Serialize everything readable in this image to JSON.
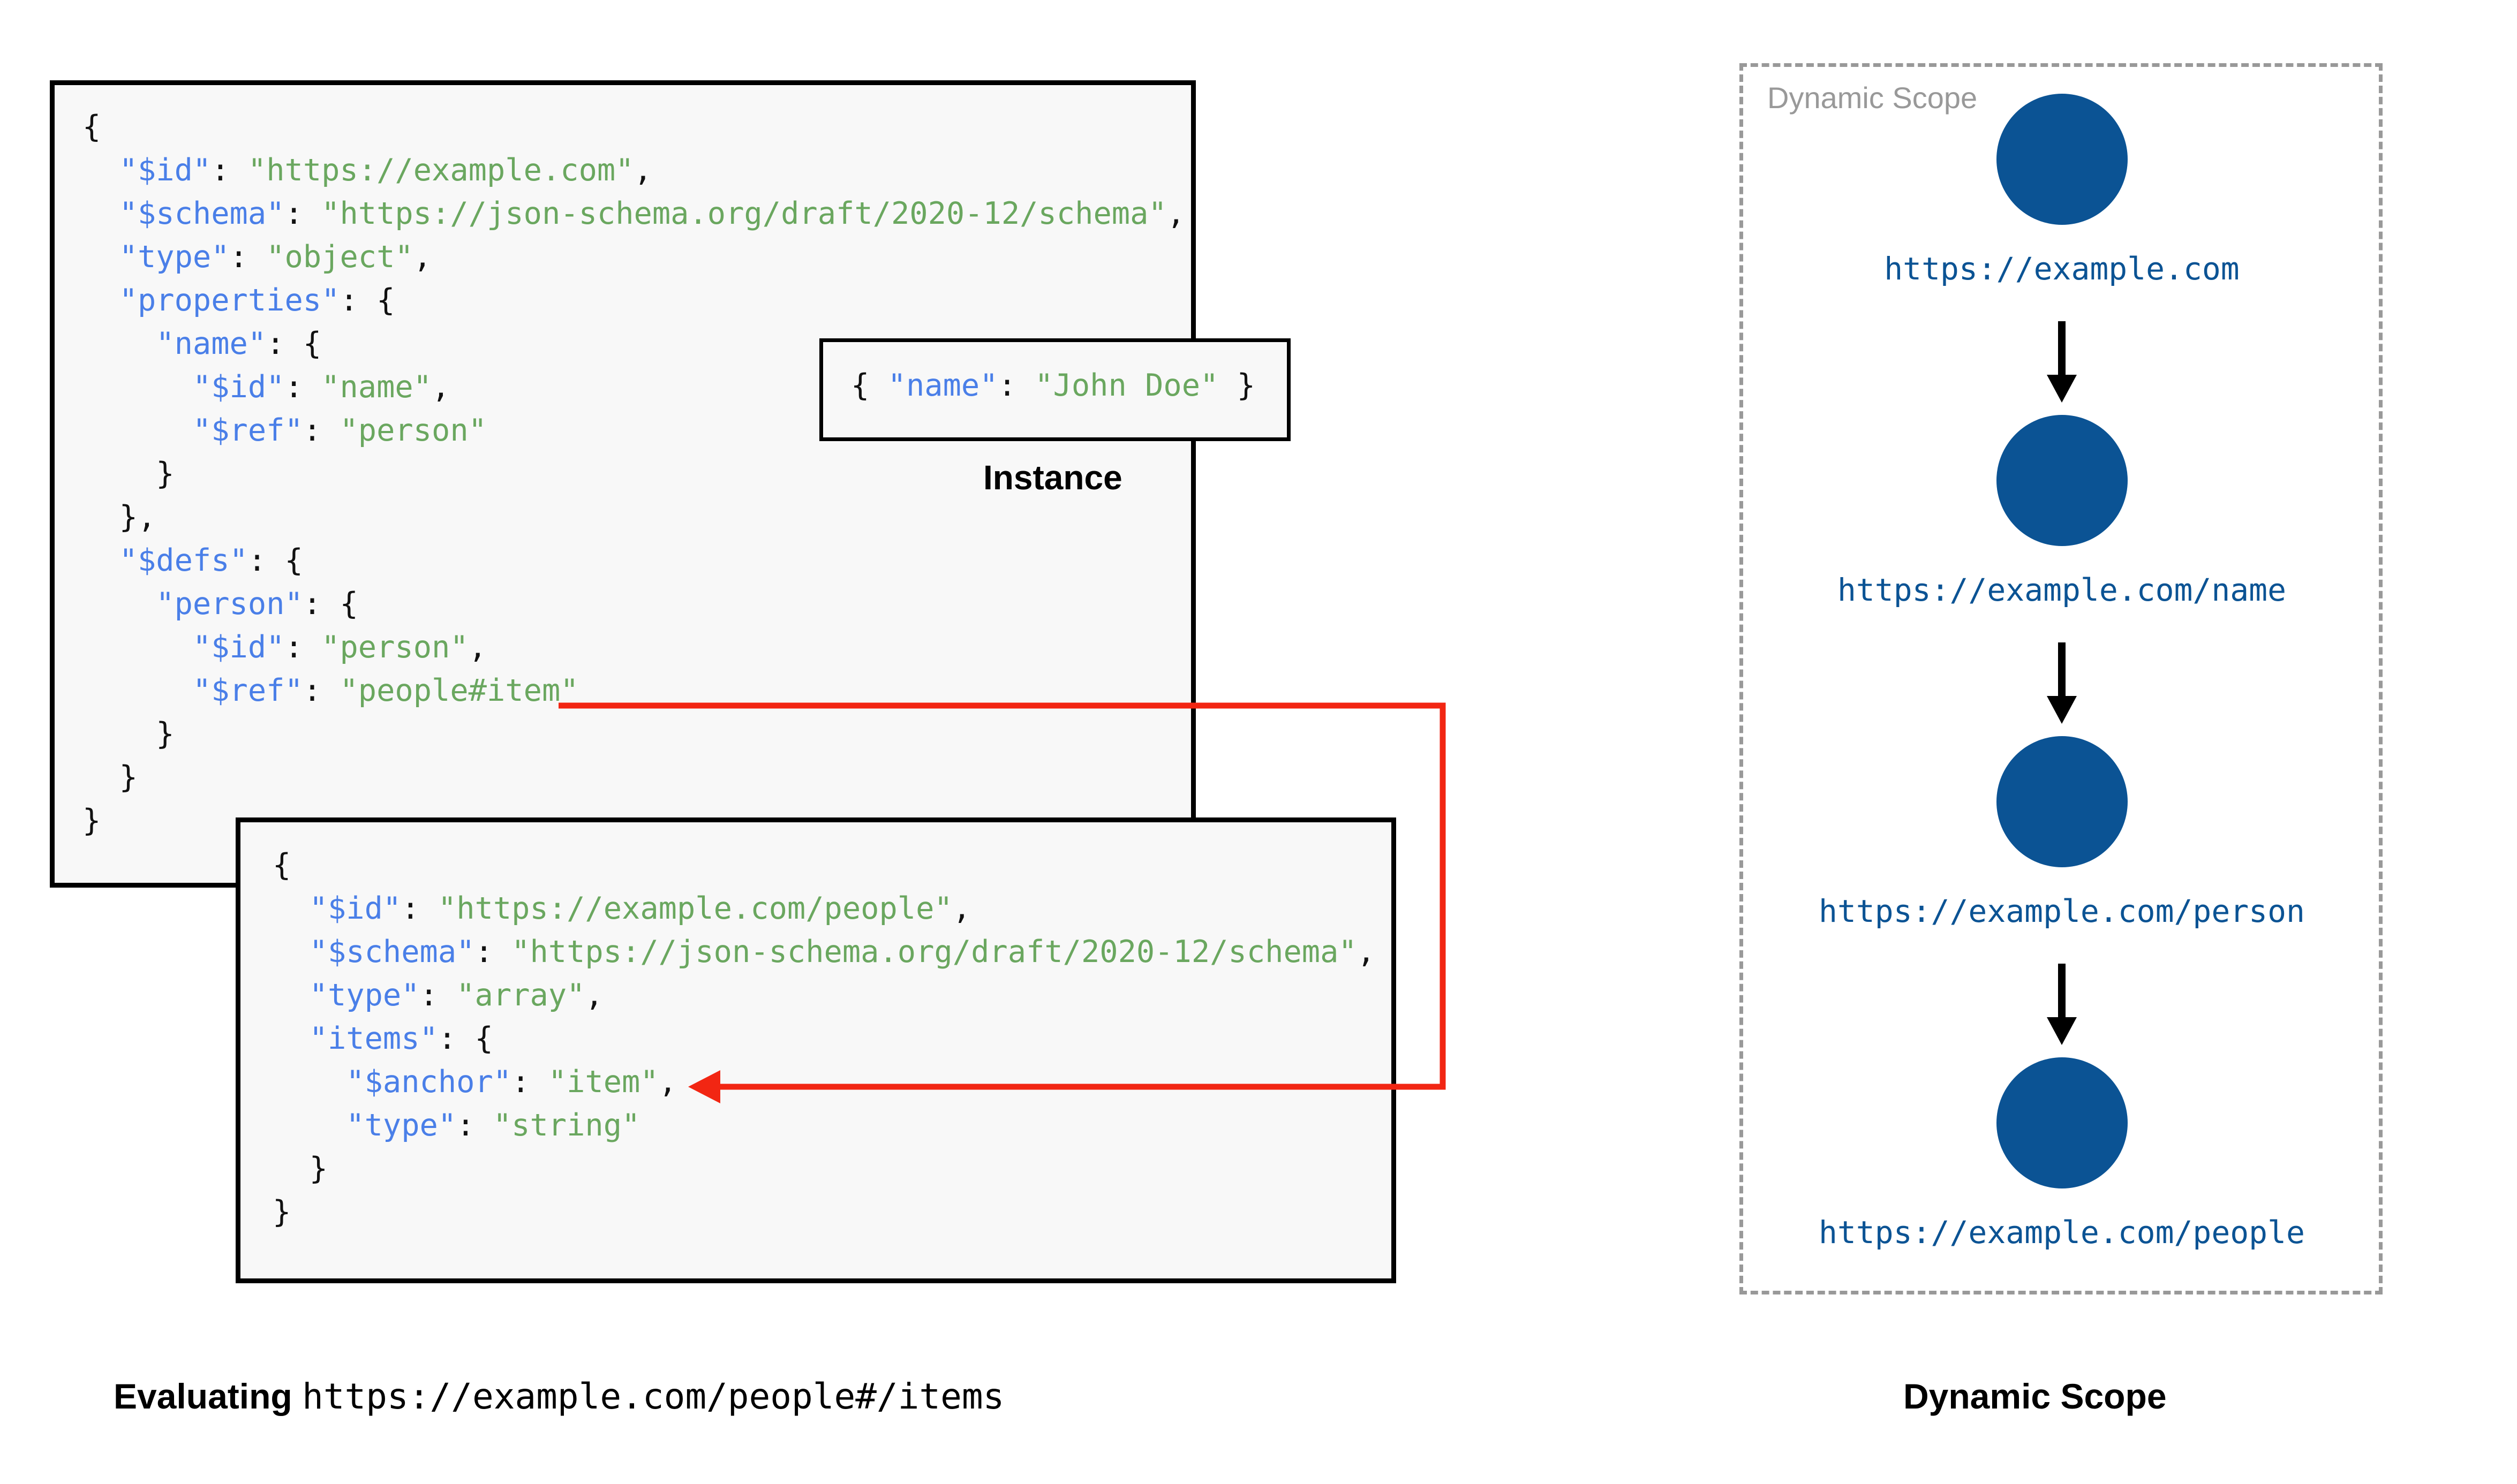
{
  "schema_root": {
    "title": "root-schema",
    "lines": [
      [
        {
          "t": "{",
          "c": "p"
        }
      ],
      [
        {
          "t": "  ",
          "c": "p"
        },
        {
          "t": "\"$id\"",
          "c": "k"
        },
        {
          "t": ": ",
          "c": "p"
        },
        {
          "t": "\"https://example.com\"",
          "c": "s"
        },
        {
          "t": ",",
          "c": "p"
        }
      ],
      [
        {
          "t": "  ",
          "c": "p"
        },
        {
          "t": "\"$schema\"",
          "c": "k"
        },
        {
          "t": ": ",
          "c": "p"
        },
        {
          "t": "\"https://json-schema.org/draft/2020-12/schema\"",
          "c": "s"
        },
        {
          "t": ",",
          "c": "p"
        }
      ],
      [
        {
          "t": "  ",
          "c": "p"
        },
        {
          "t": "\"type\"",
          "c": "k"
        },
        {
          "t": ": ",
          "c": "p"
        },
        {
          "t": "\"object\"",
          "c": "s"
        },
        {
          "t": ",",
          "c": "p"
        }
      ],
      [
        {
          "t": "  ",
          "c": "p"
        },
        {
          "t": "\"properties\"",
          "c": "k"
        },
        {
          "t": ": {",
          "c": "p"
        }
      ],
      [
        {
          "t": "    ",
          "c": "p"
        },
        {
          "t": "\"name\"",
          "c": "k"
        },
        {
          "t": ": {",
          "c": "p"
        }
      ],
      [
        {
          "t": "      ",
          "c": "p"
        },
        {
          "t": "\"$id\"",
          "c": "k"
        },
        {
          "t": ": ",
          "c": "p"
        },
        {
          "t": "\"name\"",
          "c": "s"
        },
        {
          "t": ",",
          "c": "p"
        }
      ],
      [
        {
          "t": "      ",
          "c": "p"
        },
        {
          "t": "\"$ref\"",
          "c": "k"
        },
        {
          "t": ": ",
          "c": "p"
        },
        {
          "t": "\"person\"",
          "c": "s"
        }
      ],
      [
        {
          "t": "    }",
          "c": "p"
        }
      ],
      [
        {
          "t": "  },",
          "c": "p"
        }
      ],
      [
        {
          "t": "  ",
          "c": "p"
        },
        {
          "t": "\"$defs\"",
          "c": "k"
        },
        {
          "t": ": {",
          "c": "p"
        }
      ],
      [
        {
          "t": "    ",
          "c": "p"
        },
        {
          "t": "\"person\"",
          "c": "k"
        },
        {
          "t": ": {",
          "c": "p"
        }
      ],
      [
        {
          "t": "      ",
          "c": "p"
        },
        {
          "t": "\"$id\"",
          "c": "k"
        },
        {
          "t": ": ",
          "c": "p"
        },
        {
          "t": "\"person\"",
          "c": "s"
        },
        {
          "t": ",",
          "c": "p"
        }
      ],
      [
        {
          "t": "      ",
          "c": "p"
        },
        {
          "t": "\"$ref\"",
          "c": "k"
        },
        {
          "t": ": ",
          "c": "p"
        },
        {
          "t": "\"people#item\"",
          "c": "s"
        }
      ],
      [
        {
          "t": "    }",
          "c": "p"
        }
      ],
      [
        {
          "t": "  }",
          "c": "p"
        }
      ],
      [
        {
          "t": "}",
          "c": "p"
        }
      ]
    ]
  },
  "schema_people": {
    "title": "people-schema",
    "lines": [
      [
        {
          "t": "{",
          "c": "p"
        }
      ],
      [
        {
          "t": "  ",
          "c": "p"
        },
        {
          "t": "\"$id\"",
          "c": "k"
        },
        {
          "t": ": ",
          "c": "p"
        },
        {
          "t": "\"https://example.com/people\"",
          "c": "s"
        },
        {
          "t": ",",
          "c": "p"
        }
      ],
      [
        {
          "t": "  ",
          "c": "p"
        },
        {
          "t": "\"$schema\"",
          "c": "k"
        },
        {
          "t": ": ",
          "c": "p"
        },
        {
          "t": "\"https://json-schema.org/draft/2020-12/schema\"",
          "c": "s"
        },
        {
          "t": ",",
          "c": "p"
        }
      ],
      [
        {
          "t": "  ",
          "c": "p"
        },
        {
          "t": "\"type\"",
          "c": "k"
        },
        {
          "t": ": ",
          "c": "p"
        },
        {
          "t": "\"array\"",
          "c": "s"
        },
        {
          "t": ",",
          "c": "p"
        }
      ],
      [
        {
          "t": "  ",
          "c": "p"
        },
        {
          "t": "\"items\"",
          "c": "k"
        },
        {
          "t": ": {",
          "c": "p"
        }
      ],
      [
        {
          "t": "    ",
          "c": "p"
        },
        {
          "t": "\"$anchor\"",
          "c": "k"
        },
        {
          "t": ": ",
          "c": "p"
        },
        {
          "t": "\"item\"",
          "c": "s"
        },
        {
          "t": ",",
          "c": "p"
        }
      ],
      [
        {
          "t": "    ",
          "c": "p"
        },
        {
          "t": "\"type\"",
          "c": "k"
        },
        {
          "t": ": ",
          "c": "p"
        },
        {
          "t": "\"string\"",
          "c": "s"
        }
      ],
      [
        {
          "t": "  }",
          "c": "p"
        }
      ],
      [
        {
          "t": "}",
          "c": "p"
        }
      ]
    ]
  },
  "instance": {
    "label": "Instance",
    "lines": [
      [
        {
          "t": "{ ",
          "c": "p"
        },
        {
          "t": "\"name\"",
          "c": "k"
        },
        {
          "t": ": ",
          "c": "p"
        },
        {
          "t": "\"John Doe\"",
          "c": "s"
        },
        {
          "t": " }",
          "c": "p"
        }
      ]
    ]
  },
  "dynamic_scope": {
    "panel_title": "Dynamic Scope",
    "caption": "Dynamic Scope",
    "nodes": [
      {
        "label": "https://example.com"
      },
      {
        "label": "https://example.com/name"
      },
      {
        "label": "https://example.com/person"
      },
      {
        "label": "https://example.com/people"
      }
    ]
  },
  "eval_caption": {
    "prefix": "Evaluating ",
    "uri": "https://example.com/people#/items"
  },
  "colors": {
    "node_blue": "#0b5394",
    "key_blue": "#4a7fe8",
    "string_green": "#6aa75f",
    "ref_arrow_red": "#f22613",
    "scope_border_gray": "#999999",
    "code_bg": "#f8f8f8"
  }
}
